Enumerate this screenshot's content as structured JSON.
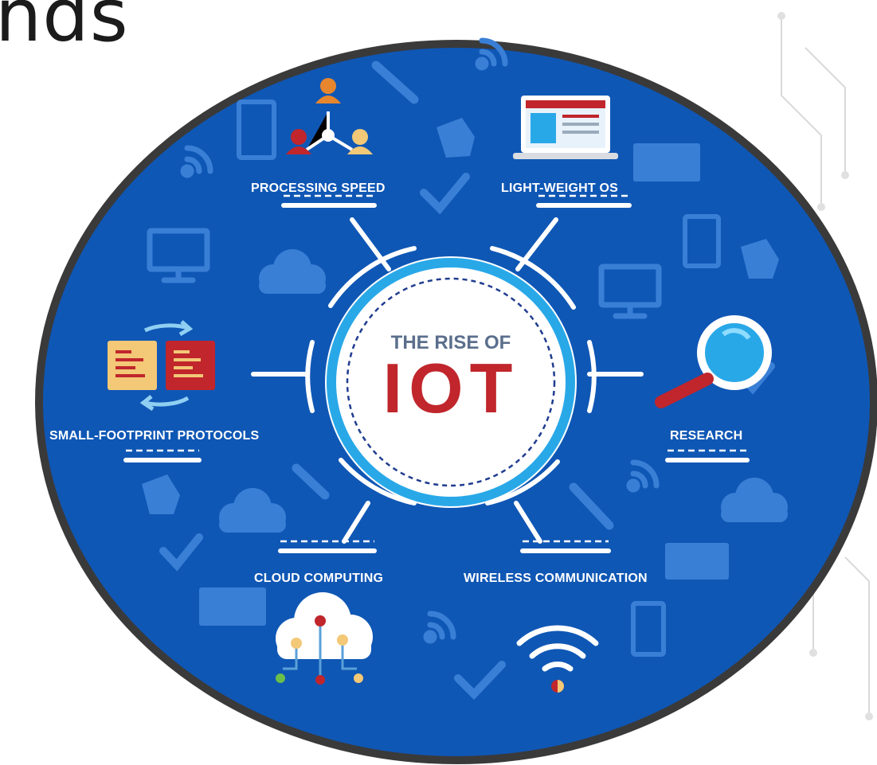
{
  "heading": "nds",
  "center": {
    "title": "THE RISE OF",
    "main": "IOT"
  },
  "topics": {
    "processing_speed": "PROCESSING SPEED",
    "light_weight_os": "LIGHT-WEIGHT OS",
    "small_footprint_protocols": "SMALL-FOOTPRINT PROTOCOLS",
    "research": "RESEARCH",
    "cloud_computing": "CLOUD COMPUTING",
    "wireless_communication": "WIRELESS COMMUNICATION"
  },
  "colors": {
    "disc_blue": "#0f57b5",
    "disc_border": "#3a3a3a",
    "faint_icon": "#3a7fd6",
    "accent_red": "#c0262c",
    "accent_orange": "#e8862e",
    "accent_yellow": "#f3c877",
    "light_cyan": "#29a8e8"
  }
}
